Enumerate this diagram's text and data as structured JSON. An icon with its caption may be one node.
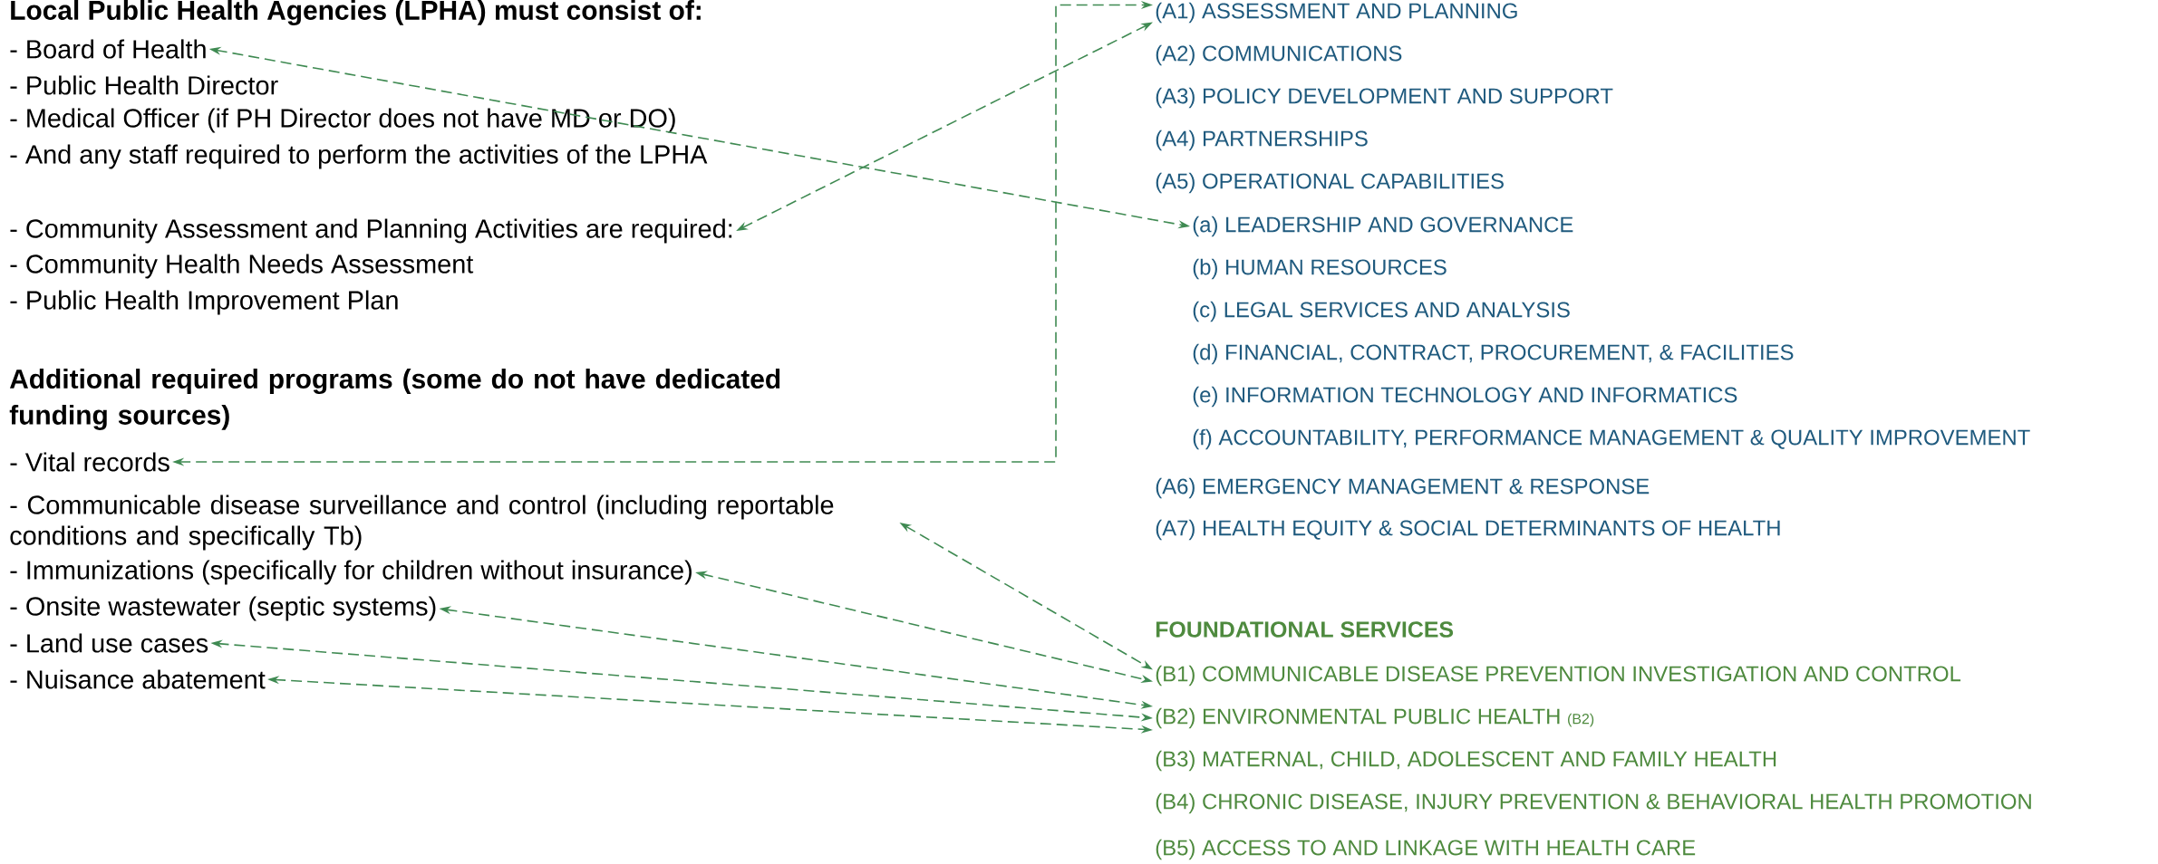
{
  "diagram": {
    "nodes": [
      {
        "text": [
          "- Board of Health"
        ]
      },
      {
        "text": [
          "- Community Assessment and Planning Activities are required:"
        ]
      },
      {
        "text": [
          "- Vital records"
        ]
      },
      {
        "text": [
          "- Communicable disease surveillance and control (including reportable conditions and specifically Tb)"
        ]
      },
      {
        "text": [
          "- Immunizations (specifically for children without insurance)"
        ]
      },
      {
        "text": [
          "- Onsite wastewater (septic systems)"
        ]
      },
      {
        "text": [
          "- Land use cases"
        ]
      },
      {
        "text": [
          "- Nuisance abatement"
        ]
      },
      {
        "text": [
          "(A1) ASSESSMENT AND PLANNING"
        ]
      },
      {
        "text": [
          "(a) LEADERSHIP AND GOVERNANCE"
        ]
      },
      {
        "text": [
          "(B1) COMMUNICABLE DISEASE PREVENTION INVESTIGATION AND CONTROL"
        ]
      },
      {
        "text": [
          "(B2) ENVIRONMENTAL PUBLIC HEALTH",
          "(B2)"
        ]
      }
    ],
    "edges": [
      {
        "from": 0,
        "to": 9,
        "arrow": "both",
        "style": "dashed"
      },
      {
        "from": 1,
        "to": 8,
        "arrow": "both",
        "style": "dashed"
      },
      {
        "from": 2,
        "to": 8,
        "arrow": "both",
        "style": "dashed"
      },
      {
        "from": 3,
        "to": 10,
        "arrow": "both",
        "style": "dashed"
      },
      {
        "from": 4,
        "to": 10,
        "arrow": "both",
        "style": "dashed"
      },
      {
        "from": 5,
        "to": 11,
        "arrow": "both",
        "style": "dashed"
      },
      {
        "from": 6,
        "to": 11,
        "arrow": "both",
        "style": "dashed"
      },
      {
        "from": 7,
        "to": 11,
        "arrow": "both",
        "style": "dashed"
      }
    ],
    "labels": [
      "Local Public Health Agencies (LPHA) must consist of:",
      "- Public Health Director",
      "- Medical Officer (if PH Director does not have MD or DO)",
      "- And any staff required to perform the activities of the LPHA",
      "- Community Health Needs Assessment",
      "- Public Health Improvement Plan",
      "Additional required programs (some do not have dedicated funding sources)",
      "(A2) COMMUNICATIONS",
      "(A3) POLICY DEVELOPMENT AND SUPPORT",
      "(A4) PARTNERSHIPS",
      "(A5) OPERATIONAL CAPABILITIES",
      "(b) HUMAN RESOURCES",
      "(c) LEGAL SERVICES AND ANALYSIS",
      "(d) FINANCIAL, CONTRACT, PROCUREMENT, & FACILITIES",
      "(e) INFORMATION TECHNOLOGY AND INFORMATICS",
      "(f) ACCOUNTABILITY, PERFORMANCE MANAGEMENT & QUALITY IMPROVEMENT",
      "(A6) EMERGENCY MANAGEMENT & RESPONSE",
      "(A7) HEALTH EQUITY & SOCIAL DETERMINANTS OF HEALTH",
      "FOUNDATIONAL SERVICES",
      "(B3) MATERNAL, CHILD, ADOLESCENT AND FAMILY HEALTH",
      "(B4) CHRONIC DISEASE, INJURY PREVENTION & BEHAVIORAL HEALTH PROMOTION",
      "(B5) ACCESS TO AND LINKAGE WITH HEALTH CARE"
    ]
  }
}
